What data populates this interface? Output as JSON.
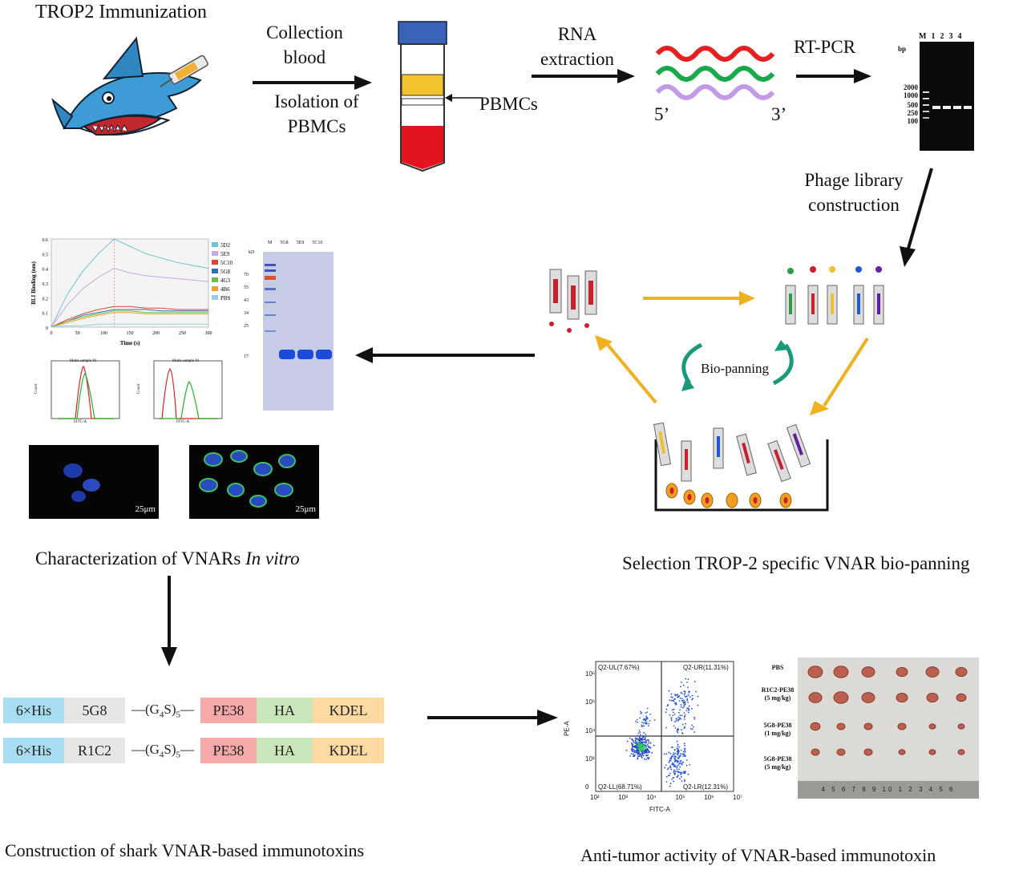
{
  "steps": {
    "immunization": "TROP2 Immunization",
    "collection_line1": "Collection",
    "collection_line2": "blood",
    "isolation_line1": "Isolation of",
    "isolation_line2": "PBMCs",
    "pbmcs": "PBMCs",
    "rna_line1": "RNA",
    "rna_line2": "extraction",
    "five_prime": "5’",
    "three_prime": "3’",
    "rtpcr": "RT-PCR",
    "phage_line1": "Phage library",
    "phage_line2": "construction",
    "biopanning": "Bio-panning",
    "selection": "Selection TROP-2 specific VNAR bio-panning",
    "characterization_prefix": "Characterization of  VNARs ",
    "characterization_italic": "In vitro",
    "construction": "Construction of shark VNAR-based immunotoxins",
    "antitumor": "Anti-tumor activity of VNAR-based immunotoxin"
  },
  "gel": {
    "lane_labels": [
      "M",
      "1",
      "2",
      "3",
      "4"
    ],
    "unit": "bp",
    "markers": [
      "2000",
      "1000",
      "500",
      "250",
      "100"
    ]
  },
  "bli_chart": {
    "ylabel": "BLI Binding (nm)",
    "xlabel": "Time (s)",
    "yticks": [
      "0",
      "0.1",
      "0.2",
      "0.3",
      "0.4",
      "0.5",
      "0.6"
    ],
    "xticks": [
      "0",
      "50",
      "100",
      "150",
      "200",
      "250",
      "300"
    ]
  },
  "chart_data": {
    "type": "line",
    "ylabel": "BLI Binding (nm)",
    "xlabel": "Time (s)",
    "xlim": [
      0,
      300
    ],
    "ylim": [
      0,
      0.6
    ],
    "x": [
      0,
      30,
      60,
      90,
      120,
      150,
      180,
      210,
      240,
      270,
      300
    ],
    "series": [
      {
        "name": "5D2",
        "color": "#6cc3d5",
        "values": [
          0,
          0.22,
          0.38,
          0.5,
          0.6,
          0.55,
          0.5,
          0.47,
          0.44,
          0.42,
          0.4
        ]
      },
      {
        "name": "5E9",
        "color": "#c8a8e8",
        "values": [
          0,
          0.15,
          0.26,
          0.34,
          0.4,
          0.37,
          0.35,
          0.34,
          0.33,
          0.32,
          0.31
        ]
      },
      {
        "name": "5C10",
        "color": "#e0442e",
        "values": [
          0,
          0.05,
          0.09,
          0.12,
          0.14,
          0.14,
          0.13,
          0.13,
          0.12,
          0.12,
          0.12
        ]
      },
      {
        "name": "5G8",
        "color": "#2f6fb3",
        "values": [
          0,
          0.04,
          0.08,
          0.1,
          0.12,
          0.12,
          0.12,
          0.11,
          0.11,
          0.11,
          0.11
        ]
      },
      {
        "name": "4G3",
        "color": "#6abf4b",
        "values": [
          0,
          0.04,
          0.07,
          0.09,
          0.11,
          0.11,
          0.1,
          0.1,
          0.1,
          0.1,
          0.1
        ]
      },
      {
        "name": "4B6",
        "color": "#f0a030",
        "values": [
          0,
          0.03,
          0.06,
          0.08,
          0.1,
          0.1,
          0.09,
          0.09,
          0.09,
          0.09,
          0.09
        ]
      },
      {
        "name": "PBS",
        "color": "#8fd0e8",
        "values": [
          0,
          0.01,
          0.01,
          0.02,
          0.02,
          0.02,
          0.02,
          0.02,
          0.02,
          0.02,
          0.02
        ]
      }
    ]
  },
  "sds_gel": {
    "lane_labels": [
      "M",
      "5G8",
      "5E9",
      "5C10"
    ],
    "unit": "kD",
    "markers": [
      "70",
      "55",
      "43",
      "34",
      "25",
      "17"
    ]
  },
  "flow_small": {
    "title": "Multi-sample  P1",
    "xlabel": "FITC-A",
    "ylabel": "Count"
  },
  "microscopy": {
    "scale_left": "25μm",
    "scale_right": "25μm"
  },
  "constructs": [
    {
      "tag": "6×His",
      "vnar": "5G8",
      "linker_base": "(G",
      "linker_sub1": "4",
      "linker_mid": "S)",
      "linker_sub2": "5",
      "toxin": "PE38",
      "ha": "HA",
      "kdel": "KDEL"
    },
    {
      "tag": "6×His",
      "vnar": "R1C2",
      "linker_base": "(G",
      "linker_sub1": "4",
      "linker_mid": "S)",
      "linker_sub2": "5",
      "toxin": "PE38",
      "ha": "HA",
      "kdel": "KDEL"
    }
  ],
  "construct_colors": {
    "tag": "#a8dcf0",
    "vnar": "#e6e6e6",
    "toxin": "#f4a8a8",
    "ha": "#c9e6b8",
    "kdel": "#fcd9a0"
  },
  "flow_large": {
    "q_ul": "Q2-UL(7.67%)",
    "q_ur": "Q2-UR(11.31%)",
    "q_ll": "Q2-LL(68.71%)",
    "q_lr": "Q2-LR(12.31%)",
    "xlabel": "FITC-A",
    "ylabel": "PE-A",
    "xticks": [
      "10²",
      "10³",
      "10⁴",
      "10⁵",
      "10⁶",
      "10⁷"
    ],
    "yticks": [
      "0",
      "10³",
      "10⁴",
      "10⁵",
      "10⁶"
    ]
  },
  "tumors": {
    "groups": [
      {
        "line1": "PBS",
        "line2": ""
      },
      {
        "line1": "R1C2-PE38",
        "line2": "(5 mg/kg)"
      },
      {
        "line1": "5G8-PE38",
        "line2": "(1 mg/kg)"
      },
      {
        "line1": "5G8-PE38",
        "line2": "(5 mg/kg)"
      }
    ],
    "ruler": "4 5 6 7 8 9 10 1 2 3 4 5 6"
  }
}
